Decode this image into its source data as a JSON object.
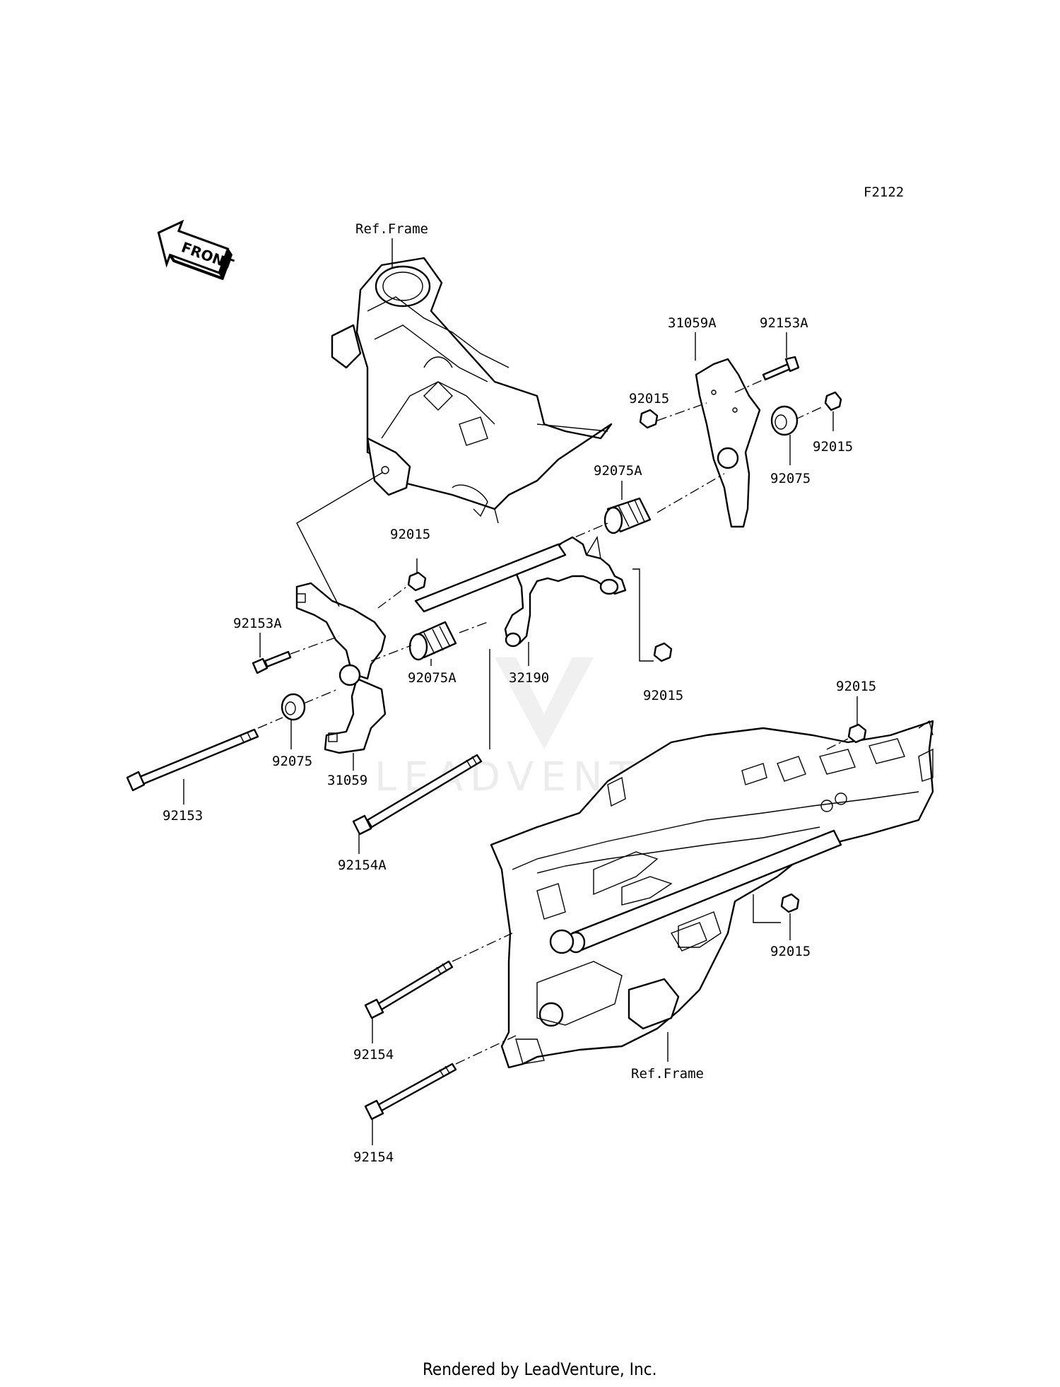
{
  "figure_id": "F2122",
  "front_arrow_label": "FRONT",
  "watermark_text": "LEADVENTURE",
  "footer": "Rendered by LeadVenture, Inc.",
  "labels": {
    "ref_frame_top": "Ref.Frame",
    "ref_frame_bottom": "Ref.Frame",
    "l_31059A": "31059A",
    "l_92153A_right": "92153A",
    "l_92015_a": "92015",
    "l_92015_b": "92015",
    "l_92075_right": "92075",
    "l_92075A_right": "92075A",
    "l_92015_c": "92015",
    "l_92153A_left": "92153A",
    "l_92075A_left": "92075A",
    "l_32190": "32190",
    "l_92015_d": "92015",
    "l_92075_left": "92075",
    "l_31059": "31059",
    "l_92153": "92153",
    "l_92154A": "92154A",
    "l_92015_e": "92015",
    "l_92015_f": "92015",
    "l_92154_a": "92154",
    "l_92154_b": "92154"
  }
}
